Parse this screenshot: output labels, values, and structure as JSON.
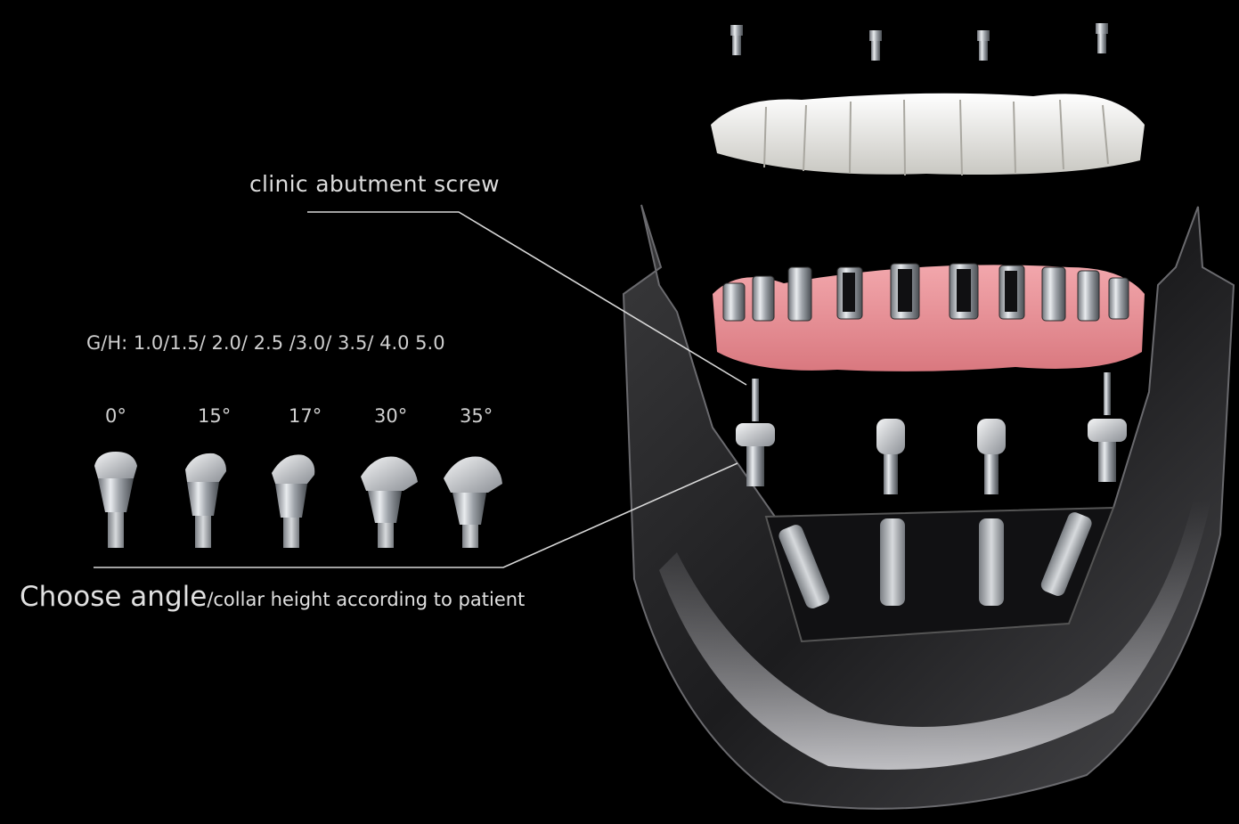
{
  "labels": {
    "abutment_screw": "clinic abutment screw",
    "gh_values": "G/H: 1.0/1.5/ 2.0/ 2.5 /3.0/ 3.5/ 4.0 5.0",
    "choose_main": "Choose angle",
    "choose_rest": "/collar height according to patient"
  },
  "angles": [
    "0°",
    "15°",
    "17°",
    "30°",
    "35°"
  ],
  "colors": {
    "background": "#000000",
    "gum": "#e8959a",
    "metal": "#bfc3c8",
    "teeth": "#ecebe6",
    "line": "#d8d8d8"
  }
}
